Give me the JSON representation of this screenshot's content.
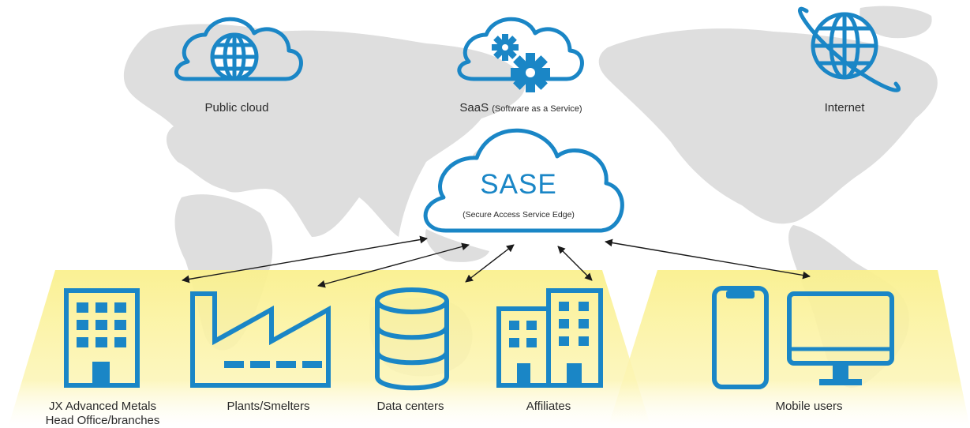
{
  "nodes": {
    "public_cloud": {
      "label": "Public cloud",
      "icon": "cloud-globe-icon"
    },
    "saas": {
      "label": "SaaS",
      "label_note": "(Software as a Service)",
      "icon": "cloud-gears-icon"
    },
    "internet": {
      "label": "Internet",
      "icon": "globe-orbit-icon"
    },
    "sase": {
      "title": "SASE",
      "subtitle": "(Secure Access Service Edge)",
      "icon": "cloud-icon"
    },
    "head_office": {
      "label_line1": "JX Advanced Metals",
      "label_line2": "Head Office/branches",
      "icon": "office-building-icon"
    },
    "plants": {
      "label": "Plants/Smelters",
      "icon": "factory-icon"
    },
    "data_centers": {
      "label": "Data centers",
      "icon": "database-icon"
    },
    "affiliates": {
      "label": "Affiliates",
      "icon": "buildings-icon"
    },
    "mobile_users": {
      "label": "Mobile users",
      "icon": "smartphone-monitor-icon"
    }
  },
  "connections": [
    {
      "from": "sase",
      "to": "head_office",
      "bidirectional": true
    },
    {
      "from": "sase",
      "to": "plants",
      "bidirectional": true
    },
    {
      "from": "sase",
      "to": "data_centers",
      "bidirectional": true
    },
    {
      "from": "sase",
      "to": "affiliates",
      "bidirectional": true
    },
    {
      "from": "sase",
      "to": "mobile_users",
      "bidirectional": true
    }
  ],
  "colors": {
    "icon_blue": "#1a86c6",
    "highlight_yellow": "#fbf29a",
    "map_gray": "#dedede",
    "arrow": "#1a1a1a",
    "text": "#2a2a2a"
  }
}
